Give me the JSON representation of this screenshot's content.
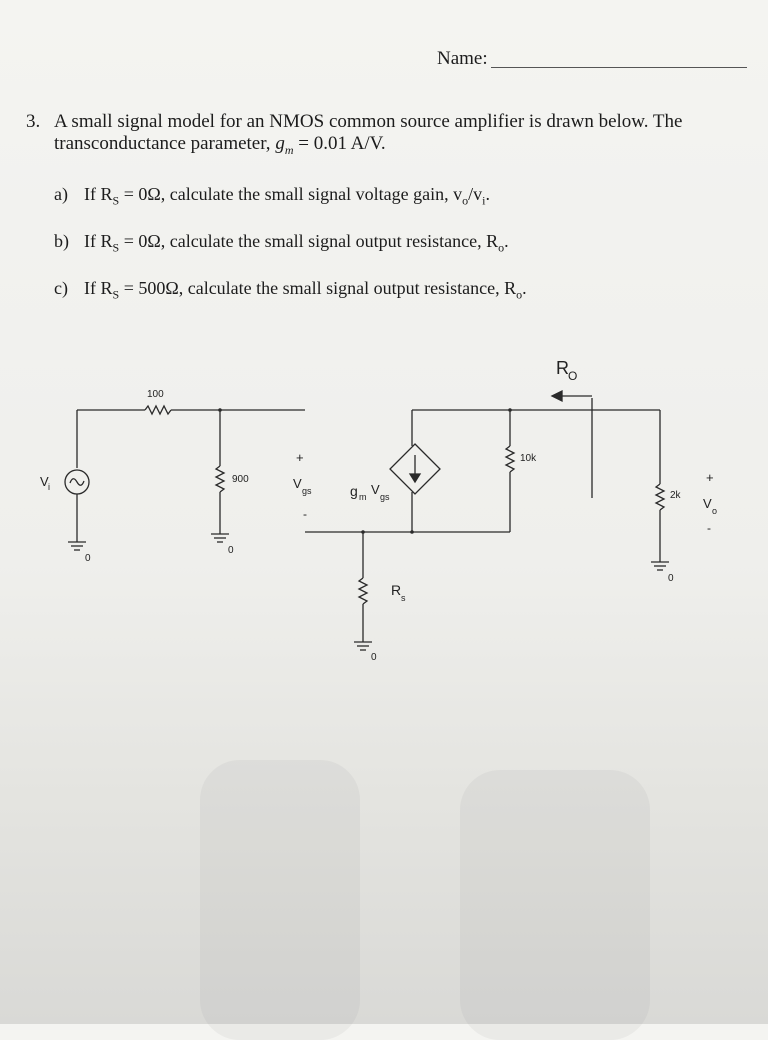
{
  "header": {
    "name_label": "Name:"
  },
  "question": {
    "number": "3.",
    "line1": "A small signal model for an NMOS common source amplifier is drawn below.  The",
    "line2_prefix": "transconductance parameter, ",
    "gm_symbol": "g",
    "gm_sub": "m",
    "line2_suffix": " = 0.01 A/V.",
    "parts": [
      {
        "tag": "a)",
        "pre": "If R",
        "sub": "S",
        "post": " = 0Ω, calculate the small signal voltage gain, v",
        "sub2": "o",
        "mid": "/v",
        "sub3": "i",
        "end": "."
      },
      {
        "tag": "b)",
        "pre": "If R",
        "sub": "S",
        "post": " = 0Ω, calculate the small signal output resistance, R",
        "sub2": "o",
        "end": "."
      },
      {
        "tag": "c)",
        "pre": "If R",
        "sub": "S",
        "post": " = 500Ω, calculate the small signal output resistance, R",
        "sub2": "o",
        "end": "."
      }
    ]
  },
  "circuit": {
    "r_series": "100",
    "r_shunt": "900",
    "r_drain": "10k",
    "r_load": "2k",
    "source_label": "V",
    "source_sub": "i",
    "vgs_plus": "+",
    "vgs_label": "V",
    "vgs_sub": "gs",
    "vgs_minus": "-",
    "dep_g": "g",
    "dep_m": "m",
    "dep_v": "V",
    "dep_gs": "gs",
    "ro_label": "R",
    "ro_sub": "O",
    "vo_plus": "+",
    "vo_label": "V",
    "vo_sub": "o",
    "vo_minus": "-",
    "rs_label": "R",
    "rs_sub": "s",
    "gnd": "0",
    "colors": {
      "ink": "#2a2a2a"
    }
  }
}
